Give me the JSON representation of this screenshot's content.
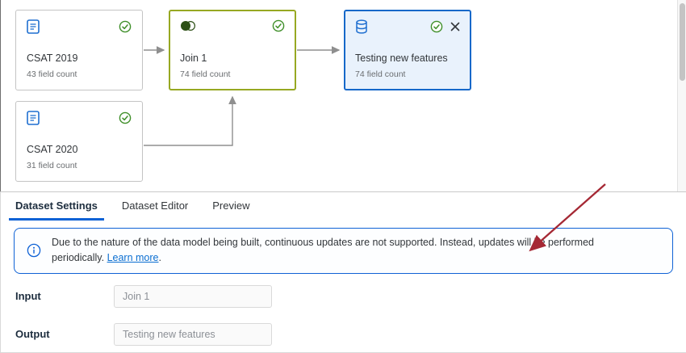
{
  "canvas": {
    "nodes": [
      {
        "title": "CSAT 2019",
        "subtitle": "43 field count",
        "icon": "document-icon",
        "status_icon": "check-circle-icon"
      },
      {
        "title": "Join 1",
        "subtitle": "74 field count",
        "icon": "join-venn-icon",
        "status_icon": "check-circle-icon"
      },
      {
        "title": "Testing new features",
        "subtitle": "74 field count",
        "icon": "database-icon",
        "status_icon": "check-circle-icon",
        "close_icon": "close-icon"
      },
      {
        "title": "CSAT 2020",
        "subtitle": "31 field count",
        "icon": "document-icon",
        "status_icon": "check-circle-icon"
      }
    ]
  },
  "panel": {
    "tabs": [
      {
        "label": "Dataset Settings",
        "active": true
      },
      {
        "label": "Dataset Editor",
        "active": false
      },
      {
        "label": "Preview",
        "active": false
      }
    ],
    "banner": {
      "icon": "info-icon",
      "text": "Due to the nature of the data model being built, continuous updates are not supported. Instead, updates will be performed periodically. ",
      "link_text": "Learn more",
      "after_link": "."
    },
    "fields": [
      {
        "label": "Input",
        "value": "Join 1"
      },
      {
        "label": "Output",
        "value": "Testing new features"
      }
    ]
  },
  "colors": {
    "accent_blue": "#0f62d5",
    "selected_node_blue": "#1668c9",
    "selected_node_blue_bg": "#e9f2fc",
    "join_node_green": "#97a822",
    "success_green": "#3f8f29",
    "icon_blue": "#1f6fd0",
    "connector_gray": "#8f8f8f",
    "annotation_red": "#a52834",
    "link_blue": "#0a6ed1"
  }
}
